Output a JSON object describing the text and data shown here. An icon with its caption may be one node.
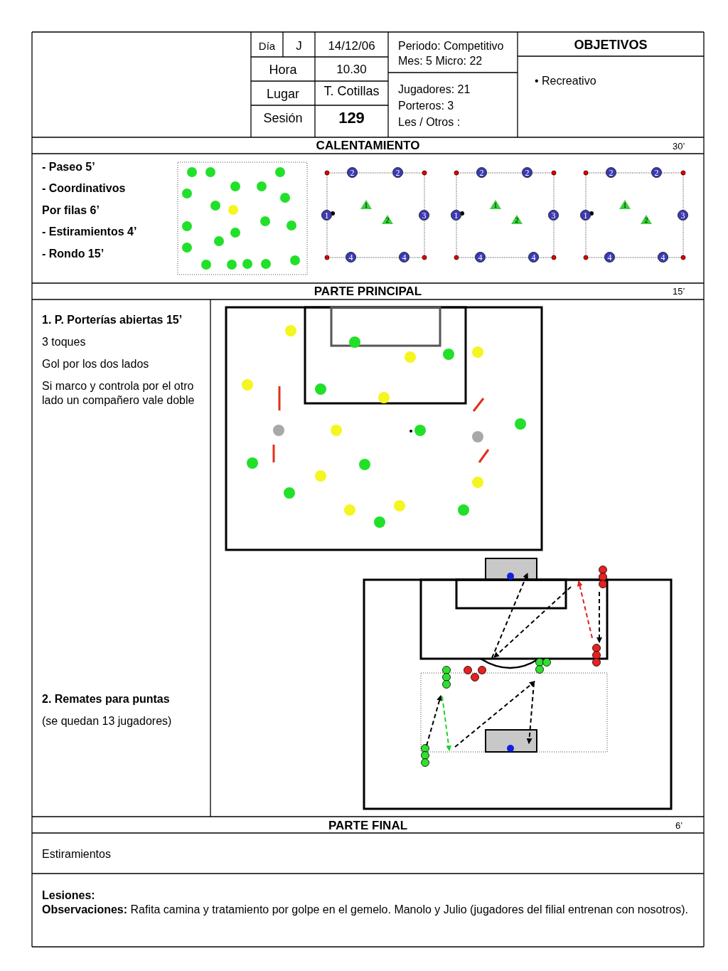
{
  "diagram": {
    "labels": [
      "Día",
      "J",
      "14/12/06",
      "Periodo: Competitivo",
      "Mes: 5 Micro: 22",
      "OBJETIVOS",
      "Hora",
      "10.30",
      "• Recreativo",
      "Lugar",
      "T. Cotillas",
      "Jugadores:  21",
      "Porteros: 3",
      "Les / Otros :",
      "Sesión",
      "129",
      "CALENTAMIENTO",
      "30’",
      "-  Paseo  5’",
      "- Coordinativos",
      "Por filas 6’",
      "-  Estiramientos 4’",
      "-  Rondo 15’",
      "2",
      "2",
      "1",
      "1",
      "2",
      "3",
      "4",
      "4",
      "2",
      "2",
      "1",
      "1",
      "2",
      "3",
      "4",
      "4",
      "2",
      "2",
      "1",
      "1",
      "2",
      "3",
      "4",
      "4",
      "PARTE PRINCIPAL",
      "15’",
      "1.  P. Porterías abiertas 15’",
      "3 toques",
      "Gol por los dos lados",
      "Si marco y controla  por el otro lado un compañero  vale doble",
      "2. Remates para puntas",
      "(se quedan 13 jugadores)",
      "PARTE FINAL",
      "6’",
      "Estiramientos",
      "Lesiones:",
      "**Observaciones:**  Rafita camina y tratamiento por golpe en el gemelo. Manolo y Julio (jugadores del filial entrenan con nosotros)."
    ]
  }
}
